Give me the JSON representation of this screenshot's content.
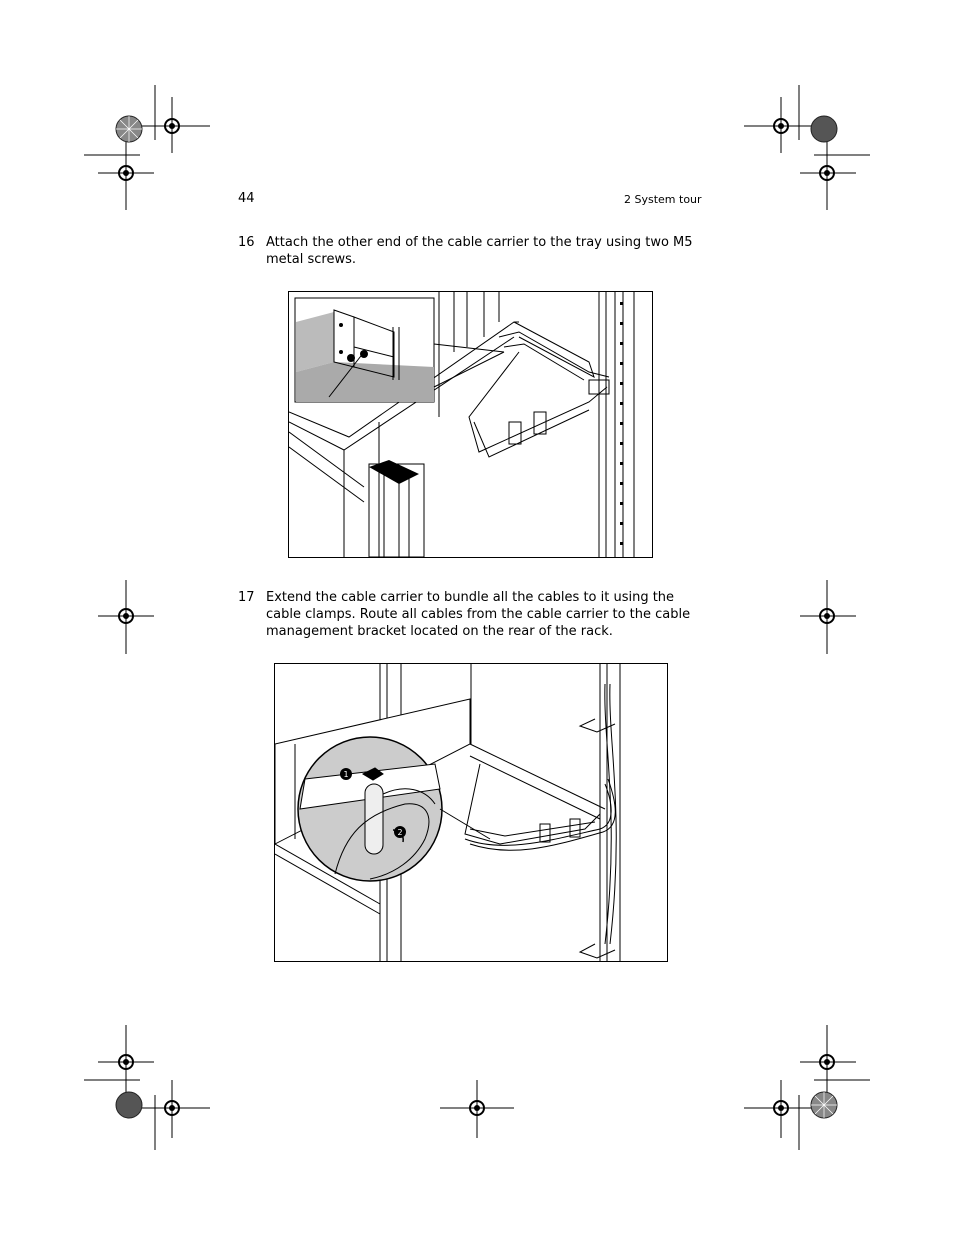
{
  "header": {
    "page_number": "44",
    "chapter": "2 System tour"
  },
  "steps": [
    {
      "number": "16",
      "text": "Attach the other end of the cable carrier to the tray using two M5 metal screws."
    },
    {
      "number": "17",
      "text": "Extend the cable carrier to bundle all the cables to it using the cable clamps. Route all cables from the cable carrier to the cable management bracket located on the rear of the rack."
    }
  ],
  "figures": {
    "figure_2": {
      "callouts": [
        "1",
        "2"
      ]
    }
  }
}
